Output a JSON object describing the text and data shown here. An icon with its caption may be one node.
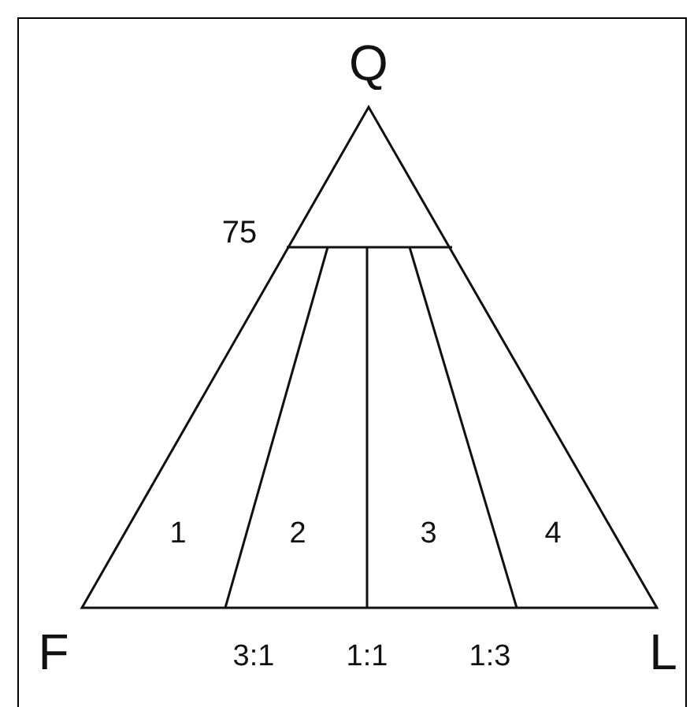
{
  "diagram": {
    "labels": [
      "Q",
      "75",
      "1",
      "2",
      "3",
      "4",
      "F",
      "3:1",
      "1:1",
      "1:3",
      "L"
    ]
  }
}
